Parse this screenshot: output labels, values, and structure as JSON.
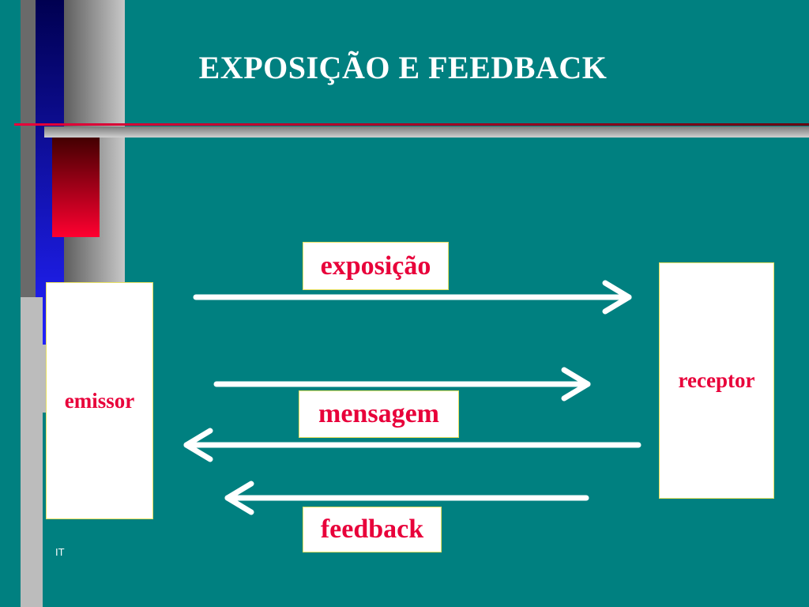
{
  "slide": {
    "title": "EXPOSIÇÃO E FEEDBACK",
    "footer": "IT"
  },
  "diagram": {
    "nodes": {
      "emissor": "emissor",
      "receptor": "receptor"
    },
    "labels": {
      "exposicao": "exposição",
      "mensagem": "mensagem",
      "feedback": "feedback"
    },
    "colors": {
      "background": "#008080",
      "label_text": "#e8003a",
      "arrow": "#ffffff"
    }
  }
}
